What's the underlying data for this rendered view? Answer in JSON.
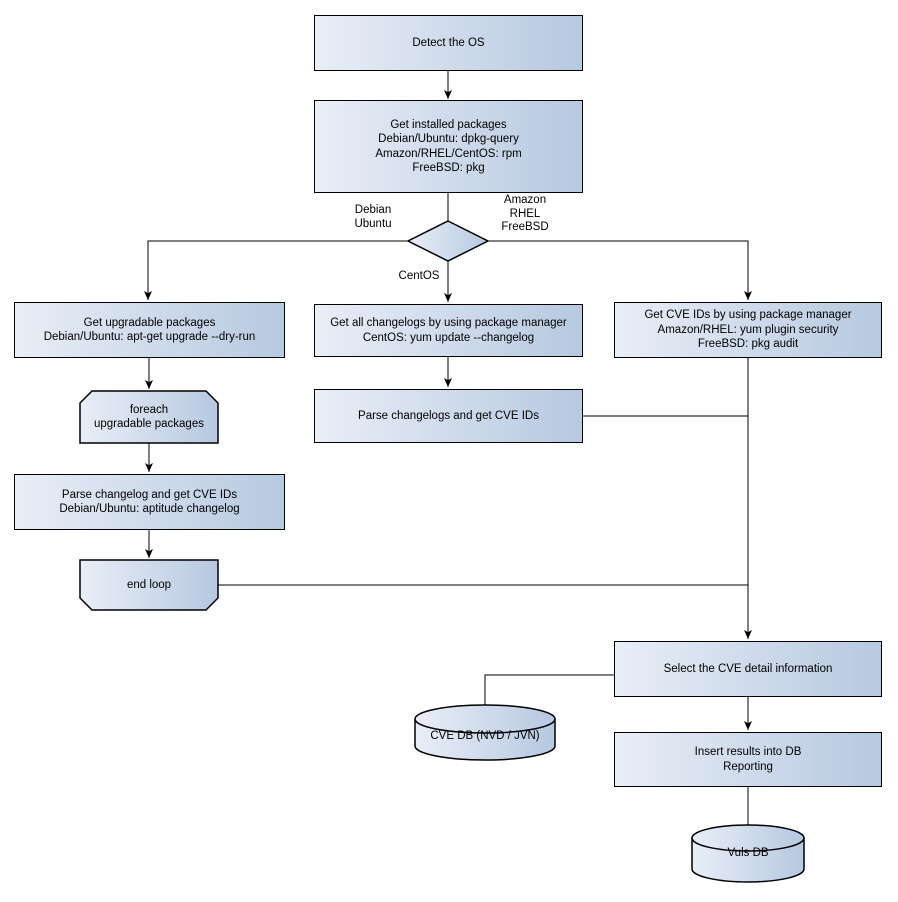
{
  "colors": {
    "node_fill_start": "#e9eef7",
    "node_fill_end": "#b6c9e0",
    "node_border": "#000000",
    "connector": "#000000",
    "text": "#000000",
    "background": "#ffffff"
  },
  "nodes": {
    "detect_os": {
      "lines": [
        "Detect the OS"
      ]
    },
    "get_installed": {
      "lines": [
        "Get installed packages",
        "Debian/Ubuntu: dpkg-query",
        "Amazon/RHEL/CentOS: rpm",
        "FreeBSD: pkg"
      ]
    },
    "get_upgradable": {
      "lines": [
        "Get upgradable packages",
        "Debian/Ubuntu: apt-get upgrade --dry-run"
      ]
    },
    "foreach_loop": {
      "lines": [
        "foreach",
        "upgradable  packages"
      ]
    },
    "parse_changelog": {
      "lines": [
        "Parse changelog and get  CVE IDs",
        "Debian/Ubuntu: aptitude changelog"
      ]
    },
    "end_loop": {
      "lines": [
        "end loop"
      ]
    },
    "get_all_changelogs": {
      "lines": [
        "Get all changelogs by using package manager",
        "CentOS: yum update --changelog"
      ]
    },
    "parse_changelogs": {
      "lines": [
        "Parse changelogs and get CVE IDs"
      ]
    },
    "get_cve_ids": {
      "lines": [
        "Get CVE IDs by using package manager",
        "Amazon/RHEL: yum plugin security",
        "FreeBSD: pkg audit"
      ]
    },
    "select_cve": {
      "lines": [
        "Select the CVE detail information"
      ]
    },
    "cve_db": {
      "lines": [
        "CVE DB (NVD / JVN)"
      ]
    },
    "insert_results": {
      "lines": [
        "Insert results into DB",
        "Reporting"
      ]
    },
    "vuls_db": {
      "lines": [
        "Vuls DB"
      ]
    }
  },
  "edge_labels": {
    "left_branch": {
      "lines": [
        "Debian",
        "Ubuntu"
      ]
    },
    "right_branch": {
      "lines": [
        "Amazon",
        "RHEL",
        "FreeBSD"
      ]
    },
    "down_branch": {
      "lines": [
        "CentOS"
      ]
    }
  }
}
